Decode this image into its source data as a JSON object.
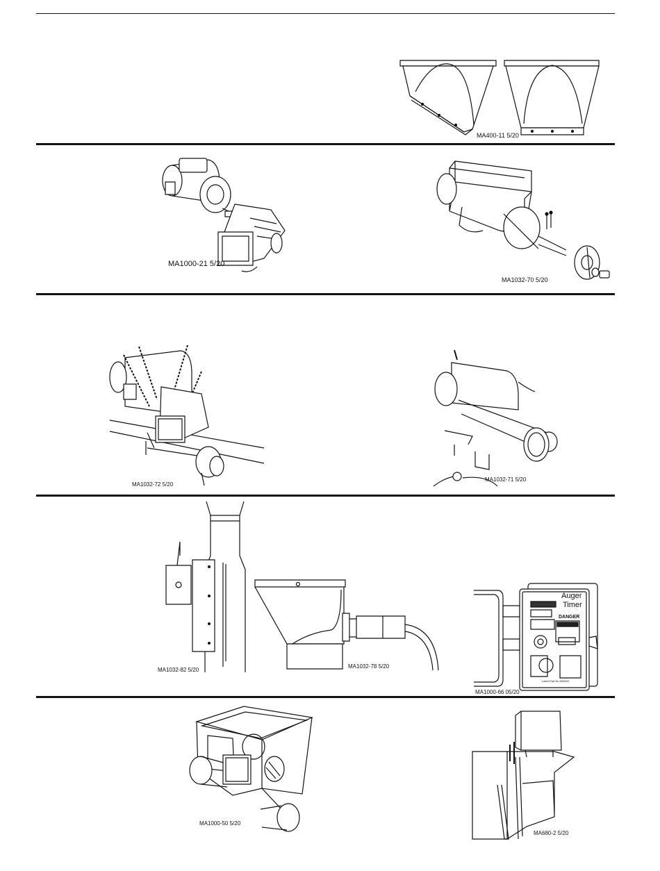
{
  "figures": {
    "hopper_pair": {
      "caption": "MA400-11 5/20"
    },
    "motor_drive": {
      "caption": "MA1000-21 5/20"
    },
    "hopper_assembly": {
      "caption": "MA1032-70 5/20"
    },
    "chain_mount": {
      "caption": "MA1032-72 5/20"
    },
    "tube_clamp": {
      "caption": "MA1032-71 5/20"
    },
    "pipe_switch": {
      "caption": "MA1032-82 5/20"
    },
    "sensor_hopper": {
      "caption": "MA1032-78 5/20"
    },
    "control_box": {
      "caption": "MA1000-66 05/20",
      "title_line1": "Auger",
      "title_line2": "Timer",
      "danger_label": "DANGER",
      "footer_label": "Label Part No.000000"
    },
    "boot_box": {
      "caption": "MA1000-50 5/20"
    },
    "wall_bracket": {
      "caption": "MA680-2 5/20"
    }
  }
}
